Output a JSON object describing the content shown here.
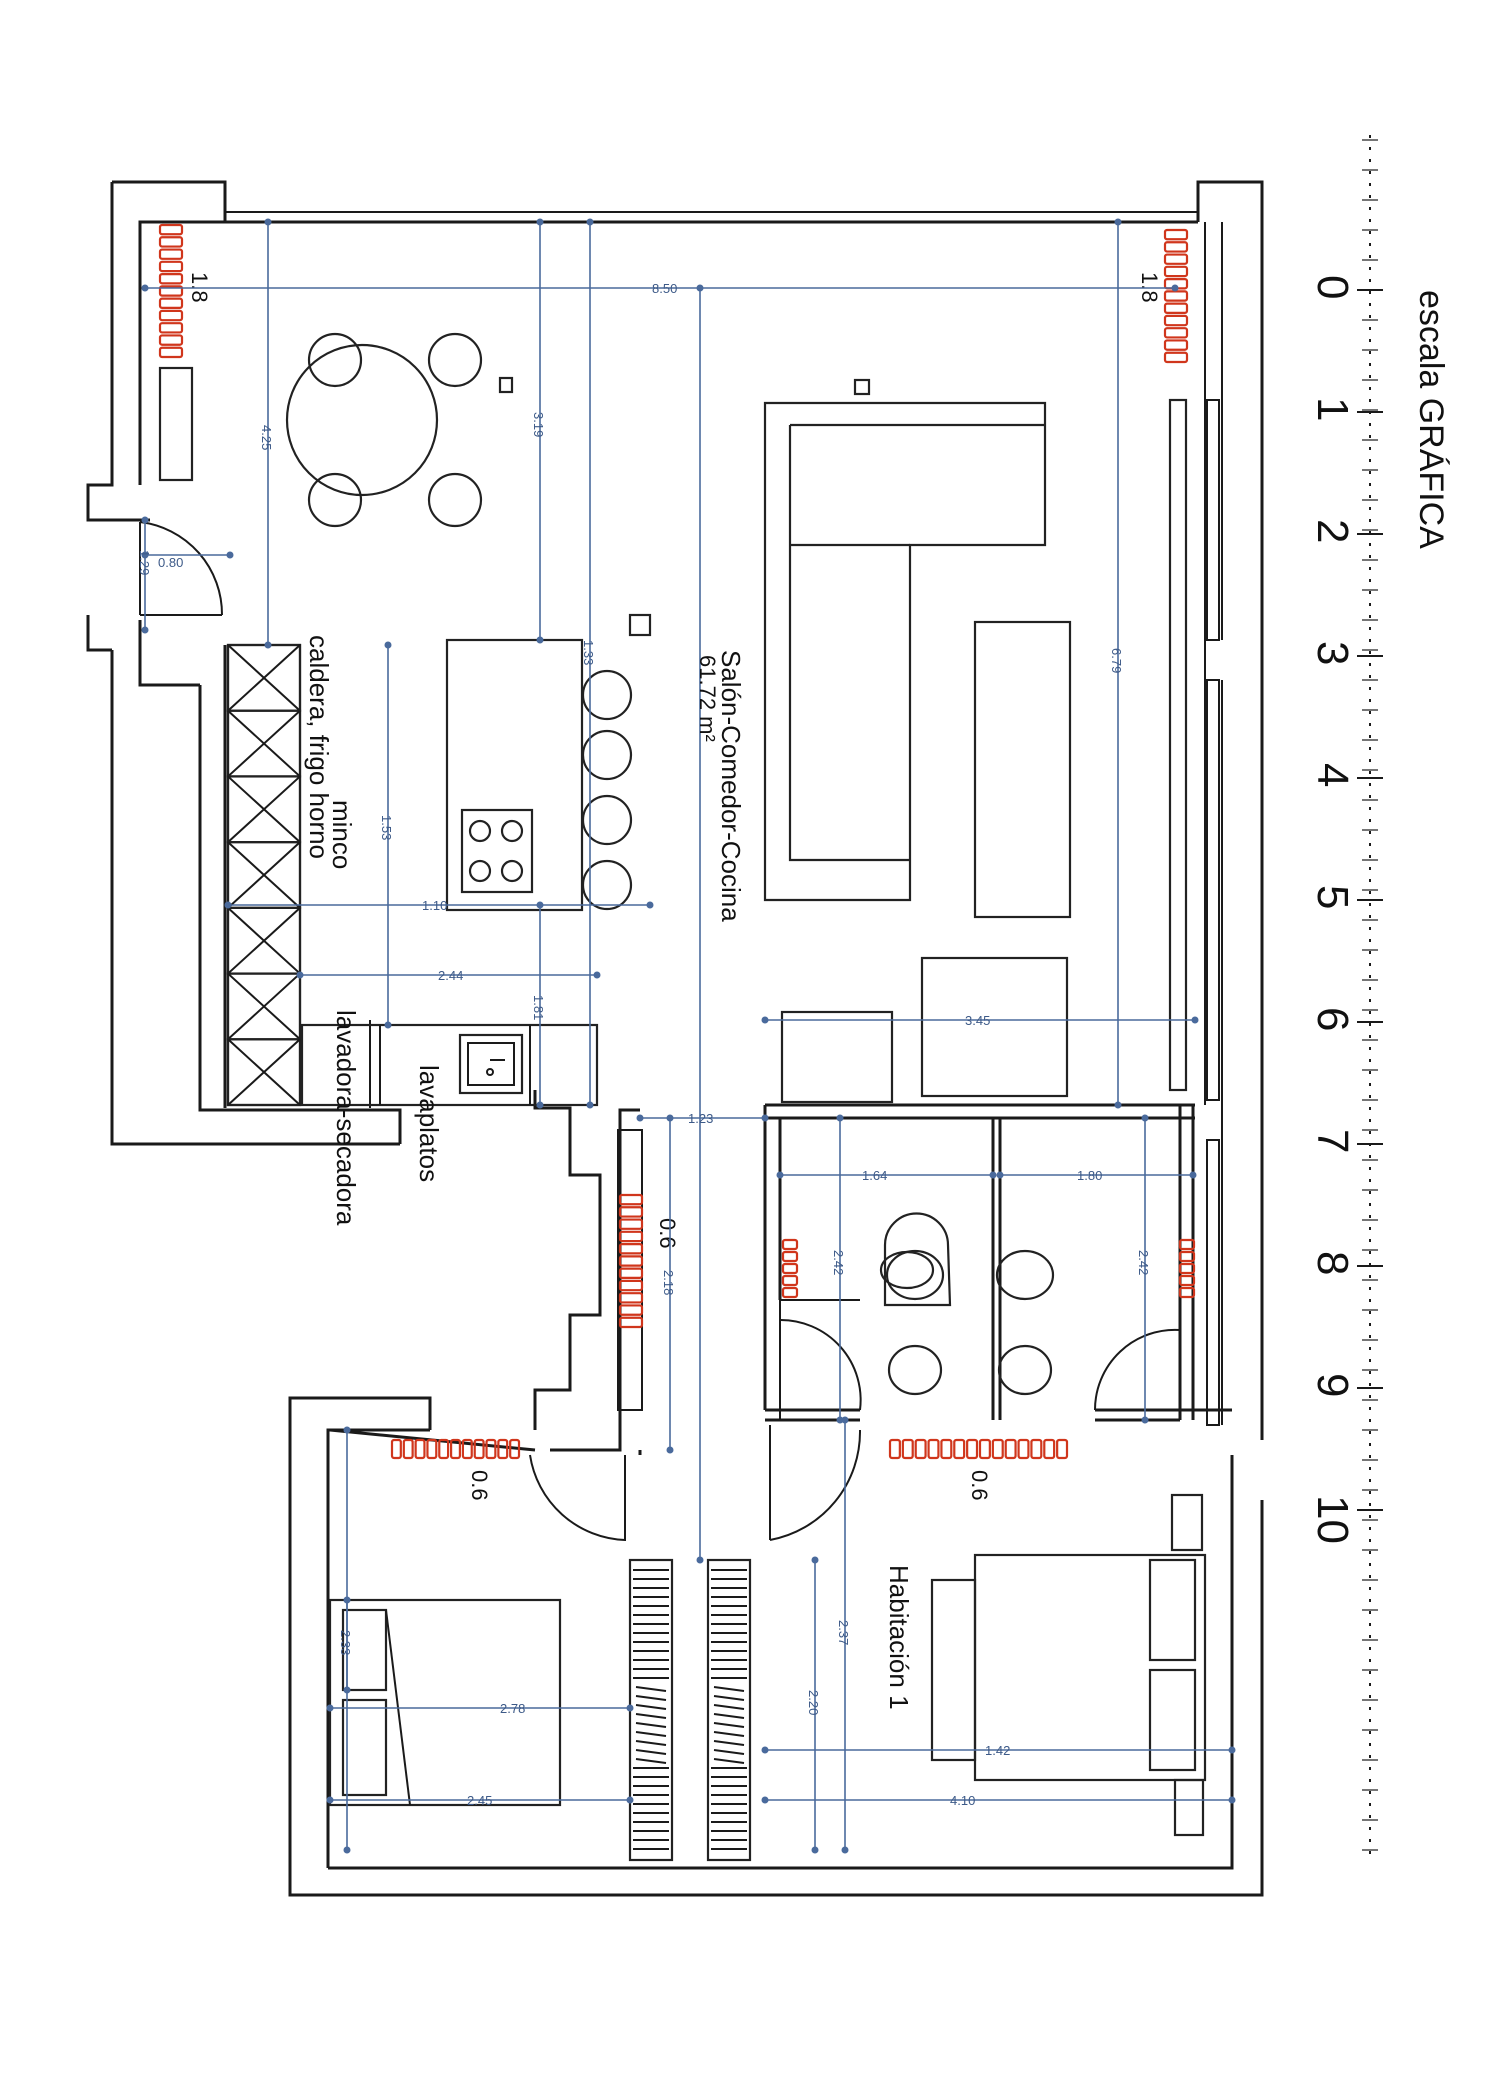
{
  "scale": {
    "title": "escala GRÁFICA",
    "ticks": [
      "0",
      "1",
      "2",
      "3",
      "4",
      "5",
      "6",
      "7",
      "8",
      "9",
      "10"
    ]
  },
  "rooms": {
    "living": {
      "name": "Salón-Comedor-Cocina",
      "area": "61.72 m²"
    },
    "bedroom1": {
      "name": "Habitación 1"
    }
  },
  "labels": {
    "kitchen_appliances": "caldera, frigo horno",
    "kitchen_minco": "minco",
    "dishwasher": "lavaplatos",
    "washer": "lavadora-secadora"
  },
  "radiators": {
    "r1": "1.8",
    "r2": "1.8",
    "r3": "0.6",
    "r4": "0.6",
    "r5": "0.6"
  },
  "dimensions": {
    "d850": "8.50",
    "d425": "4.25",
    "d319": "3.19",
    "d679": "6.79",
    "d080": "0.80",
    "d129": "1.29",
    "d133": "1.33",
    "d153": "1.53",
    "d110": "1.10",
    "d244": "2.44",
    "d181": "1.81",
    "d345": "3.45",
    "d123": "1.23",
    "d164": "1.64",
    "d180": "1.80",
    "d242a": "2.42",
    "d242b": "2.42",
    "d218": "2.18",
    "d237": "2.37",
    "d220": "2.20",
    "d142": "1.42",
    "d410": "4.10",
    "d245": "2.45",
    "d278": "2.78",
    "d233": "2.33"
  }
}
